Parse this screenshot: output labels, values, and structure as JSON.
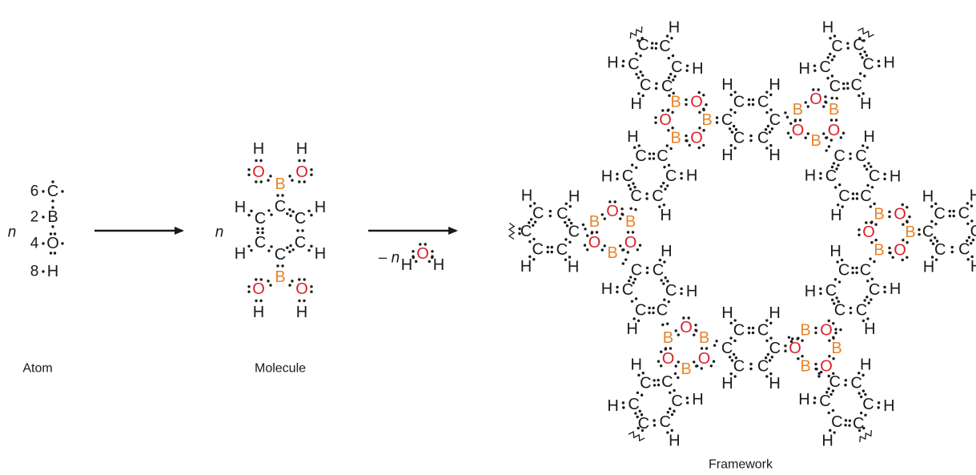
{
  "colors": {
    "carbon": "#1a1a1a",
    "hydrogen": "#1a1a1a",
    "boron": "#e8832a",
    "oxygen": "#d9202a"
  },
  "symbols": {
    "carbon": "C",
    "boron": "B",
    "oxygen": "O",
    "hydrogen": "H"
  },
  "atom_panel": {
    "multiplier": "n",
    "electron_counts": [
      "6",
      "2",
      "4",
      "8"
    ],
    "caption": "Atom"
  },
  "molecule_panel": {
    "multiplier": "n",
    "caption": "Molecule"
  },
  "reaction": {
    "byproduct_prefix": "– n"
  },
  "framework_panel": {
    "caption": "Framework"
  }
}
